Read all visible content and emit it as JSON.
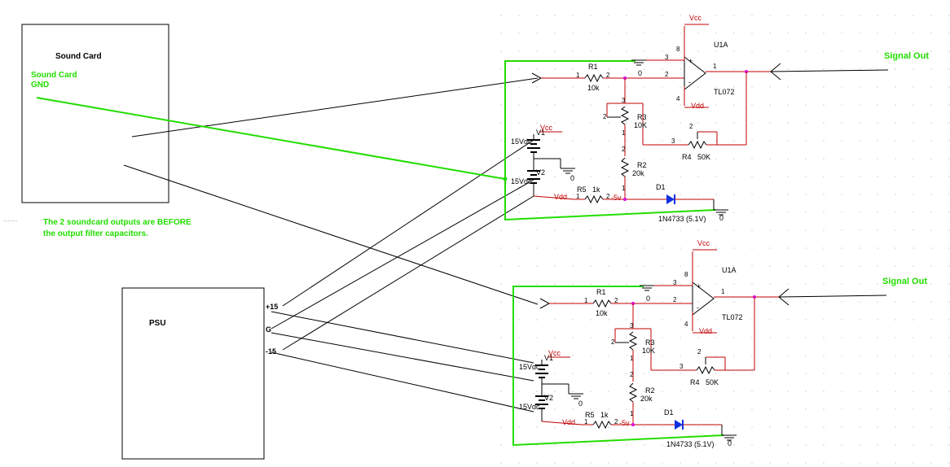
{
  "boxes": {
    "sound_card": "Sound Card",
    "psu": "PSU"
  },
  "annotations": {
    "sound_card_gnd": [
      "Sound Card",
      "GND"
    ],
    "note": [
      "The 2 soundcard outputs are BEFORE",
      "the output filter capacitors."
    ],
    "dots_left": "......."
  },
  "psu_terminals": [
    "+15",
    "G",
    "-15"
  ],
  "circuits": [
    {
      "opamp_ref": "U1A",
      "opamp_part": "TL072",
      "vcc": "Vcc",
      "vdd": "Vdd",
      "vdd2": "Vdd",
      "r1": "R1",
      "r1_val": "10k",
      "r3": "R3",
      "r3_val": "10K",
      "r2": "R2",
      "r2_val": "20k",
      "r4": "R4",
      "r4_val": "50K",
      "r5": "R5",
      "r5_val": "1k",
      "d1": "D1",
      "d1_part": "1N4733 (5.1V)",
      "v1": "V1",
      "v1_val": "15Vdc",
      "v1_vcc": "Vcc",
      "v2": "V2",
      "v2_val": "15Vdc",
      "minus5": "-5v",
      "zero": "0",
      "signal_out": "Signal Out"
    },
    {
      "opamp_ref": "U1A",
      "opamp_part": "TL072",
      "vcc": "Vcc",
      "vdd": "Vdd",
      "vdd2": "Vdd",
      "r1": "R1",
      "r1_val": "10k",
      "r3": "R3",
      "r3_val": "10K",
      "r2": "R2",
      "r2_val": "20k",
      "r4": "R4",
      "r4_val": "50K",
      "r5": "R5",
      "r5_val": "1k",
      "d1": "D1",
      "d1_part": "1N4733 (5.1V)",
      "v1": "V1",
      "v1_val": "15Vdc",
      "v1_vcc": "Vcc",
      "v2": "V2",
      "v2_val": "15Vdc",
      "minus5": "-5v",
      "zero": "0",
      "signal_out": "Signal Out"
    }
  ],
  "pins": [
    "1",
    "2",
    "3",
    "4",
    "8"
  ],
  "colors": {
    "wire": "#c00000",
    "ground_wire": "#22dd00",
    "diode": "#1030e0"
  }
}
